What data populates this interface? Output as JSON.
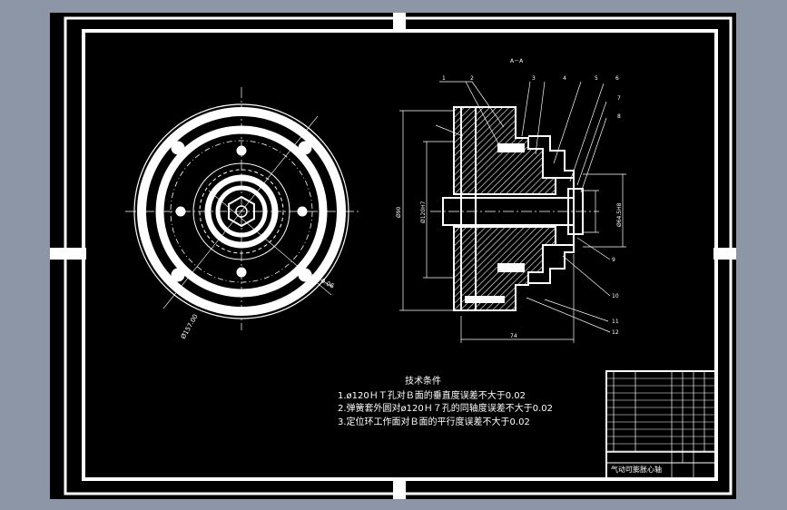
{
  "drawing": {
    "section_label": "A－A",
    "part_numbers": [
      "1",
      "2",
      "3",
      "4",
      "5",
      "6",
      "7",
      "8",
      "9",
      "10",
      "11",
      "12"
    ],
    "dimensions": {
      "outer_diameter": "Ø157.00",
      "hole_diameter": "Ø10.06",
      "left_height": "Ø90",
      "bore": "Ø120H7",
      "right_dim": "Ø64.5H8",
      "width": "74"
    },
    "title_block": {
      "drawing_name": "气动可膨胀心轴"
    },
    "technical_requirements": {
      "title": "技术条件",
      "items": [
        "1.ø120ＨＴ孔对Ｂ面的垂直度误差不大于0.02",
        "2.弹簧套外圆对ø120Ｈ７孔的同轴度误差不大于0.02",
        "3.定位环工作面对Ｂ面的平行度误差不大于0.02"
      ]
    },
    "colors": {
      "background": "#8d96a6",
      "sheet": "#000000",
      "line": "#ffffff",
      "hatch": "#ffffff"
    }
  }
}
